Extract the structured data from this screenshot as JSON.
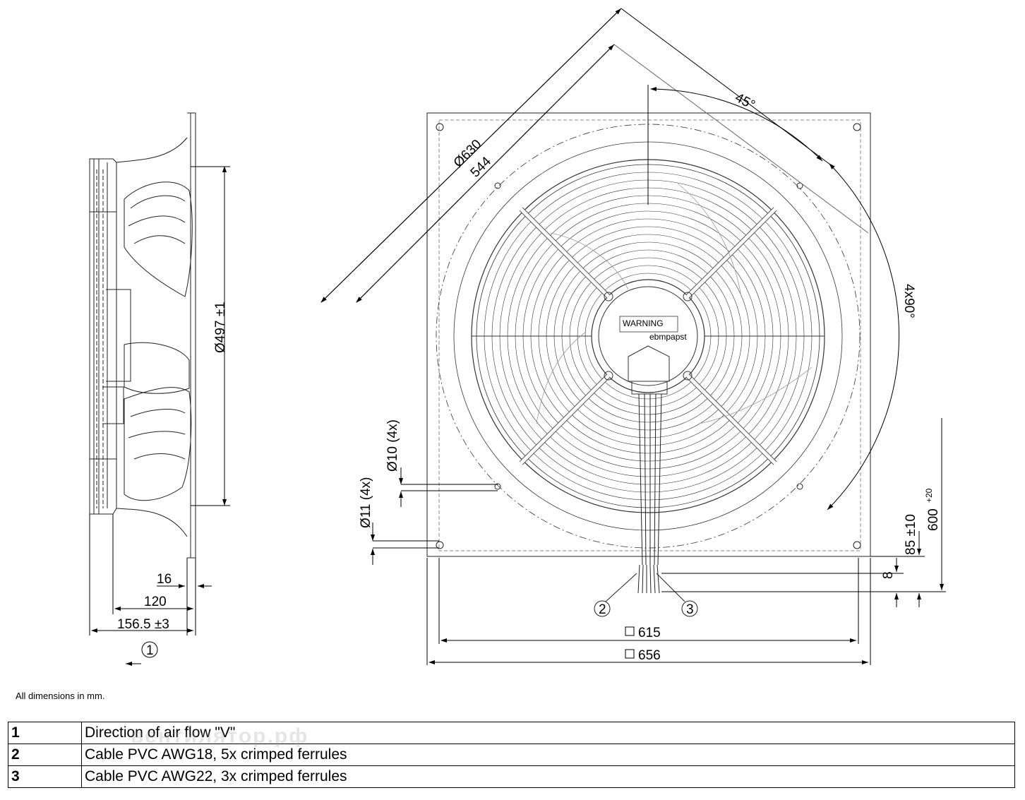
{
  "views": {
    "side": {
      "dim_height": "Ø497 ±1",
      "dim_a": "16",
      "dim_b": "120",
      "dim_c": "156.5 ±3",
      "callout": "1"
    },
    "front": {
      "angle": "45°",
      "dia_outer": "Ø630",
      "bolt": "544",
      "angle_rep": "4x90°",
      "hole_small": "Ø10 (4x)",
      "hole_large": "Ø11 (4x)",
      "cable_len": "600",
      "cable_tol": "+20",
      "dim_85": "85 ±10",
      "dim_8": "8",
      "square_inner": "615",
      "square_outer": "656",
      "callout_2": "2",
      "callout_3": "3",
      "label_warning": "WARNING",
      "label_brand": "ebmpapst"
    }
  },
  "note": "All dimensions in mm.",
  "legend": [
    {
      "num": "1",
      "text": "Direction of air flow \"V\""
    },
    {
      "num": "2",
      "text": "Cable PVC AWG18, 5x crimped ferrules"
    },
    {
      "num": "3",
      "text": "Cable PVC AWG22, 3x crimped ferrules"
    }
  ],
  "watermark": "вентилятор.рф"
}
